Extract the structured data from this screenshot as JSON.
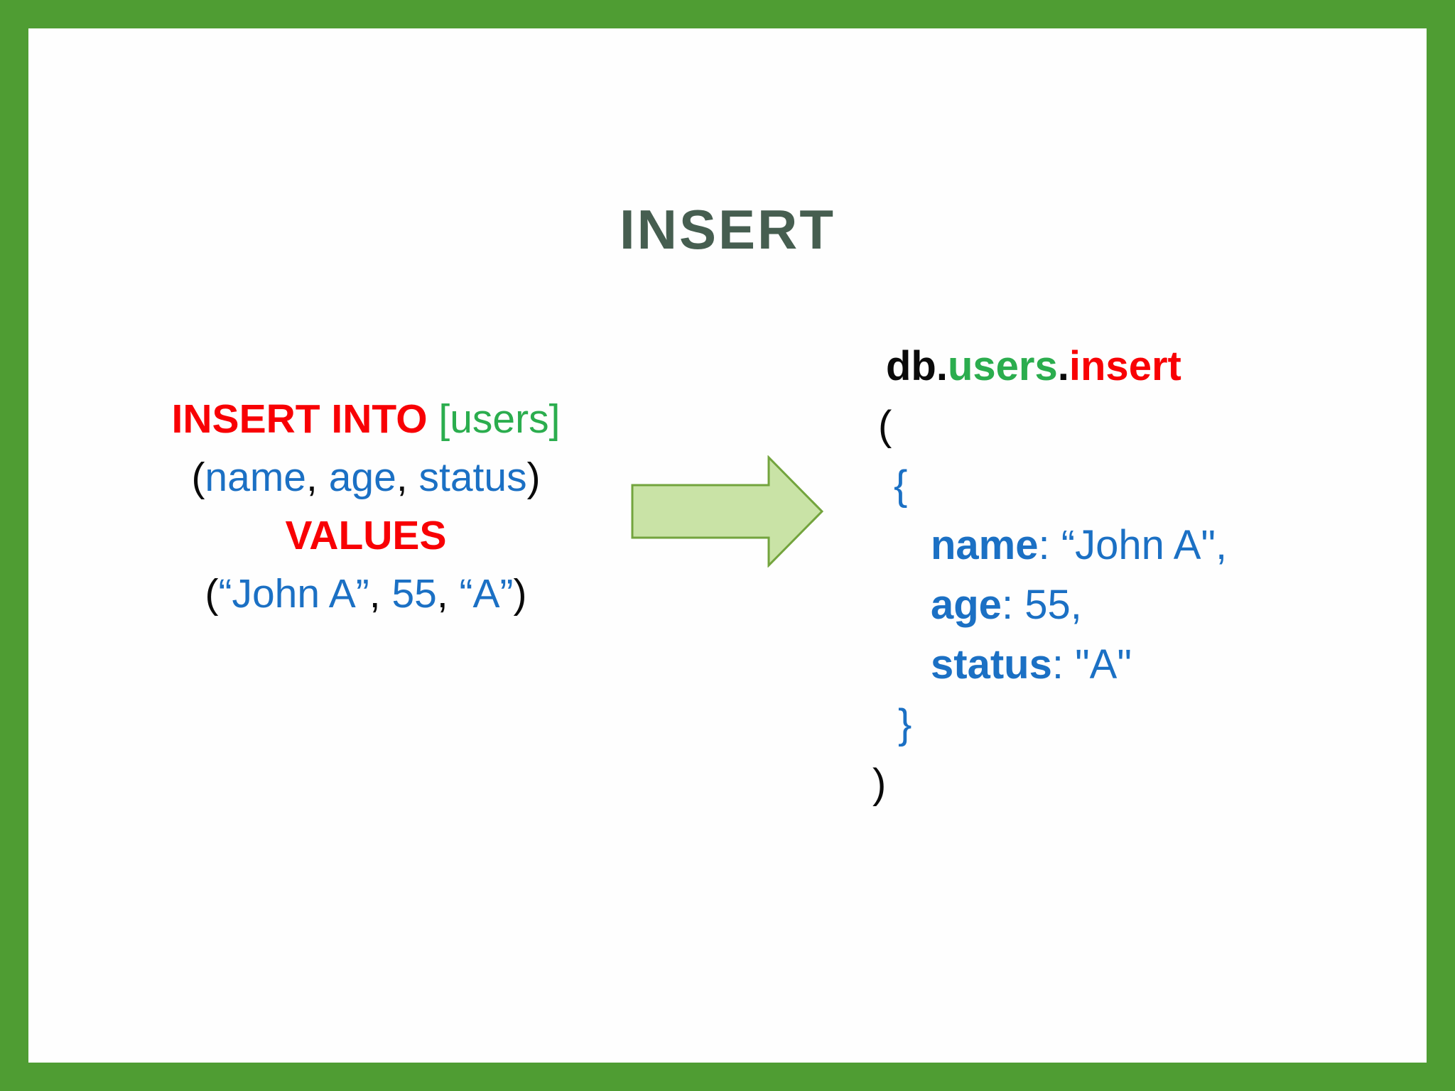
{
  "title": "INSERT",
  "colors": {
    "frame_green": "#4F9D33",
    "title_green": "#465E50",
    "keyword_red": "#F80004",
    "identifier_green": "#2BAD4E",
    "value_blue": "#1B70C4",
    "text_black": "#0A0A0A",
    "arrow_fill": "#C9E3A6",
    "arrow_stroke": "#73A43D"
  },
  "sql": {
    "insert_into": "INSERT INTO ",
    "table": "[users]",
    "open_paren": "(",
    "col_name": "name",
    "comma_1": ", ",
    "col_age": "age",
    "comma_2": ", ",
    "col_status": "status",
    "close_paren": ")",
    "values_keyword": "VALUES",
    "values_open_paren": "(",
    "value_name": "“John A”",
    "values_comma_1": ", ",
    "value_age": "55",
    "values_comma_2": ", ",
    "value_status": "“A”",
    "values_close_paren": ")"
  },
  "mongo": {
    "db": "db",
    "dot_1": ".",
    "collection": "users",
    "dot_2": ".",
    "method": "insert",
    "open_paren": "(",
    "open_brace": "{",
    "field_name_key": "name",
    "colon_1": ": ",
    "field_name_value": "“John A\",",
    "field_age_key": "age",
    "colon_2": ": ",
    "field_age_value": "55,",
    "field_status_key": "status",
    "colon_3": ": ",
    "field_status_value": "\"A\"",
    "close_brace": "}",
    "close_paren": ")"
  }
}
